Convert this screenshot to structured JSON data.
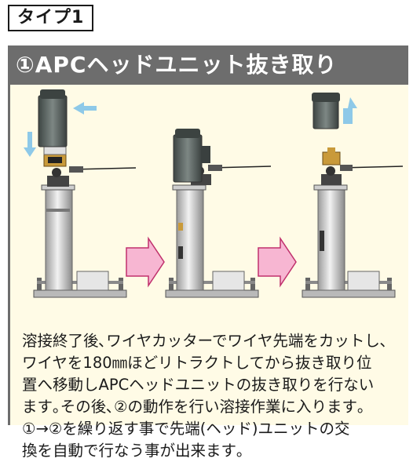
{
  "type_label": "タイプ1",
  "section_title": "①APCヘッドユニット抜き取り",
  "description_lines": [
    "溶接終了後､ワイヤカッターでワイヤ先端をカットし､",
    "ワイヤを180㎜ほどリトラクトしてから抜き取り位",
    "置へ移動しAPCヘッドユニットの抜き取りを行ない",
    "ます｡その後､②の動作を行い溶接作業に入ります｡",
    "①→②を繰り返す事で先端(ヘッド)ユニットの交",
    "換を自動で行なう事が出来ます｡"
  ],
  "colors": {
    "header_bg": "#6d6d6d",
    "panel_bg": "#fffbe6",
    "arrow_pink": "#f7b6d2",
    "arrow_blue": "#8ec9e8"
  }
}
